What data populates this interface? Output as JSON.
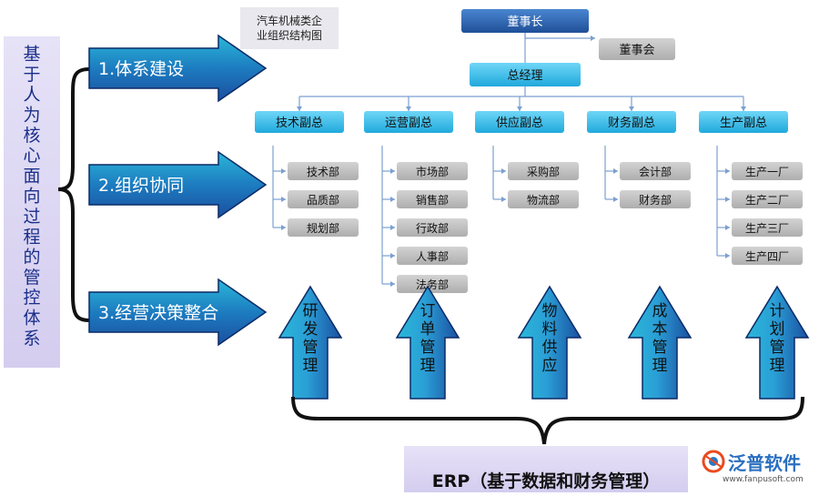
{
  "left_panel": {
    "title": "基于人为核心面向过程的管控体系"
  },
  "steps": [
    {
      "label": "1.体系建设"
    },
    {
      "label": "2.组织协同"
    },
    {
      "label": "3.经营决策整合"
    }
  ],
  "org_chart_caption": "汽车机械类企业组织结构图",
  "org": {
    "chairman": "董事长",
    "board": "董事会",
    "gm": "总经理",
    "vps": [
      {
        "name": "技术副总",
        "depts": [
          "技术部",
          "品质部",
          "规划部"
        ]
      },
      {
        "name": "运营副总",
        "depts": [
          "市场部",
          "销售部",
          "行政部",
          "人事部",
          "法务部"
        ]
      },
      {
        "name": "供应副总",
        "depts": [
          "采购部",
          "物流部"
        ]
      },
      {
        "name": "财务副总",
        "depts": [
          "会计部",
          "财务部"
        ]
      },
      {
        "name": "生产副总",
        "depts": [
          "生产一厂",
          "生产二厂",
          "生产三厂",
          "生产四厂"
        ]
      }
    ]
  },
  "up_arrows": [
    {
      "label": "研发管理"
    },
    {
      "label": "订单管理"
    },
    {
      "label": "物料供应"
    },
    {
      "label": "成本管理"
    },
    {
      "label": "计划管理"
    }
  ],
  "erp_label": "ERP（基于数据和财务管理）",
  "logo": {
    "name": "泛普软件",
    "url": "www.fanpusoft.com"
  },
  "colors": {
    "panel": "#ddd8f2",
    "arrow_dark": "#1a4fa0",
    "arrow_light": "#2ab7d8",
    "box_blue": "#2f68b5",
    "box_cyan": "#36c0ea",
    "box_gray": "#bebebe",
    "line": "#7a9fd0"
  }
}
